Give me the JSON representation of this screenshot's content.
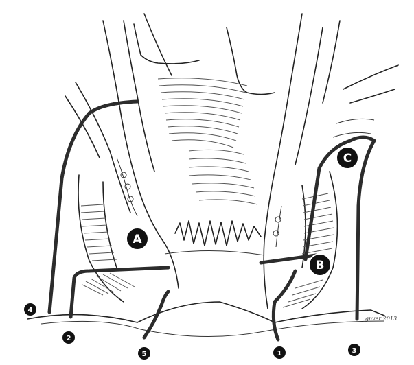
{
  "labels": {
    "space_a": "A",
    "space_b": "B",
    "space_c": "C"
  },
  "fistula_numbers": {
    "n1": "1",
    "n2": "2",
    "n3": "3",
    "n4": "4",
    "n5": "5"
  },
  "signature": "gnver 2013",
  "colors": {
    "ink": "#222222",
    "route": "#2c2c2c",
    "background": "#ffffff"
  }
}
